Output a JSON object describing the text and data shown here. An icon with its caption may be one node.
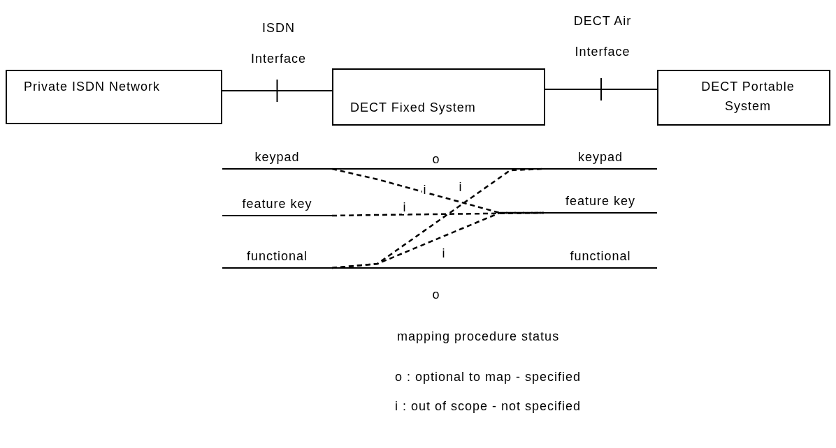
{
  "diagram": {
    "nodes": [
      {
        "text": [
          "Private ISDN Network"
        ]
      },
      {
        "text": [
          "DECT Fixed System"
        ]
      },
      {
        "text": [
          "DECT Portable System"
        ]
      },
      {
        "text": [
          "keypad"
        ]
      },
      {
        "text": [
          "feature key"
        ]
      },
      {
        "text": [
          "functional"
        ]
      },
      {
        "text": [
          "keypad"
        ]
      },
      {
        "text": [
          "feature key"
        ]
      },
      {
        "text": [
          "functional"
        ]
      }
    ],
    "edges": [
      {
        "from": 0,
        "to": 1,
        "arrow": "none",
        "label": "ISDN Interface"
      },
      {
        "from": 1,
        "to": 2,
        "arrow": "none",
        "label": "DECT Air Interface"
      },
      {
        "from": 3,
        "to": 6,
        "arrow": "none",
        "label": "o"
      },
      {
        "from": 3,
        "to": 7,
        "arrow": "none",
        "label": "i",
        "style": "dashed"
      },
      {
        "from": 4,
        "to": 7,
        "arrow": "none",
        "label": "i",
        "style": "dashed"
      },
      {
        "from": 5,
        "to": 6,
        "arrow": "none",
        "label": "i",
        "style": "dashed"
      },
      {
        "from": 5,
        "to": 7,
        "arrow": "none",
        "label": "i",
        "style": "dashed"
      },
      {
        "from": 5,
        "to": 8,
        "arrow": "none",
        "label": "o"
      }
    ],
    "labels": [
      "mapping procedure status",
      "o : optional to map - specified",
      "i : out of scope - not specified"
    ]
  }
}
